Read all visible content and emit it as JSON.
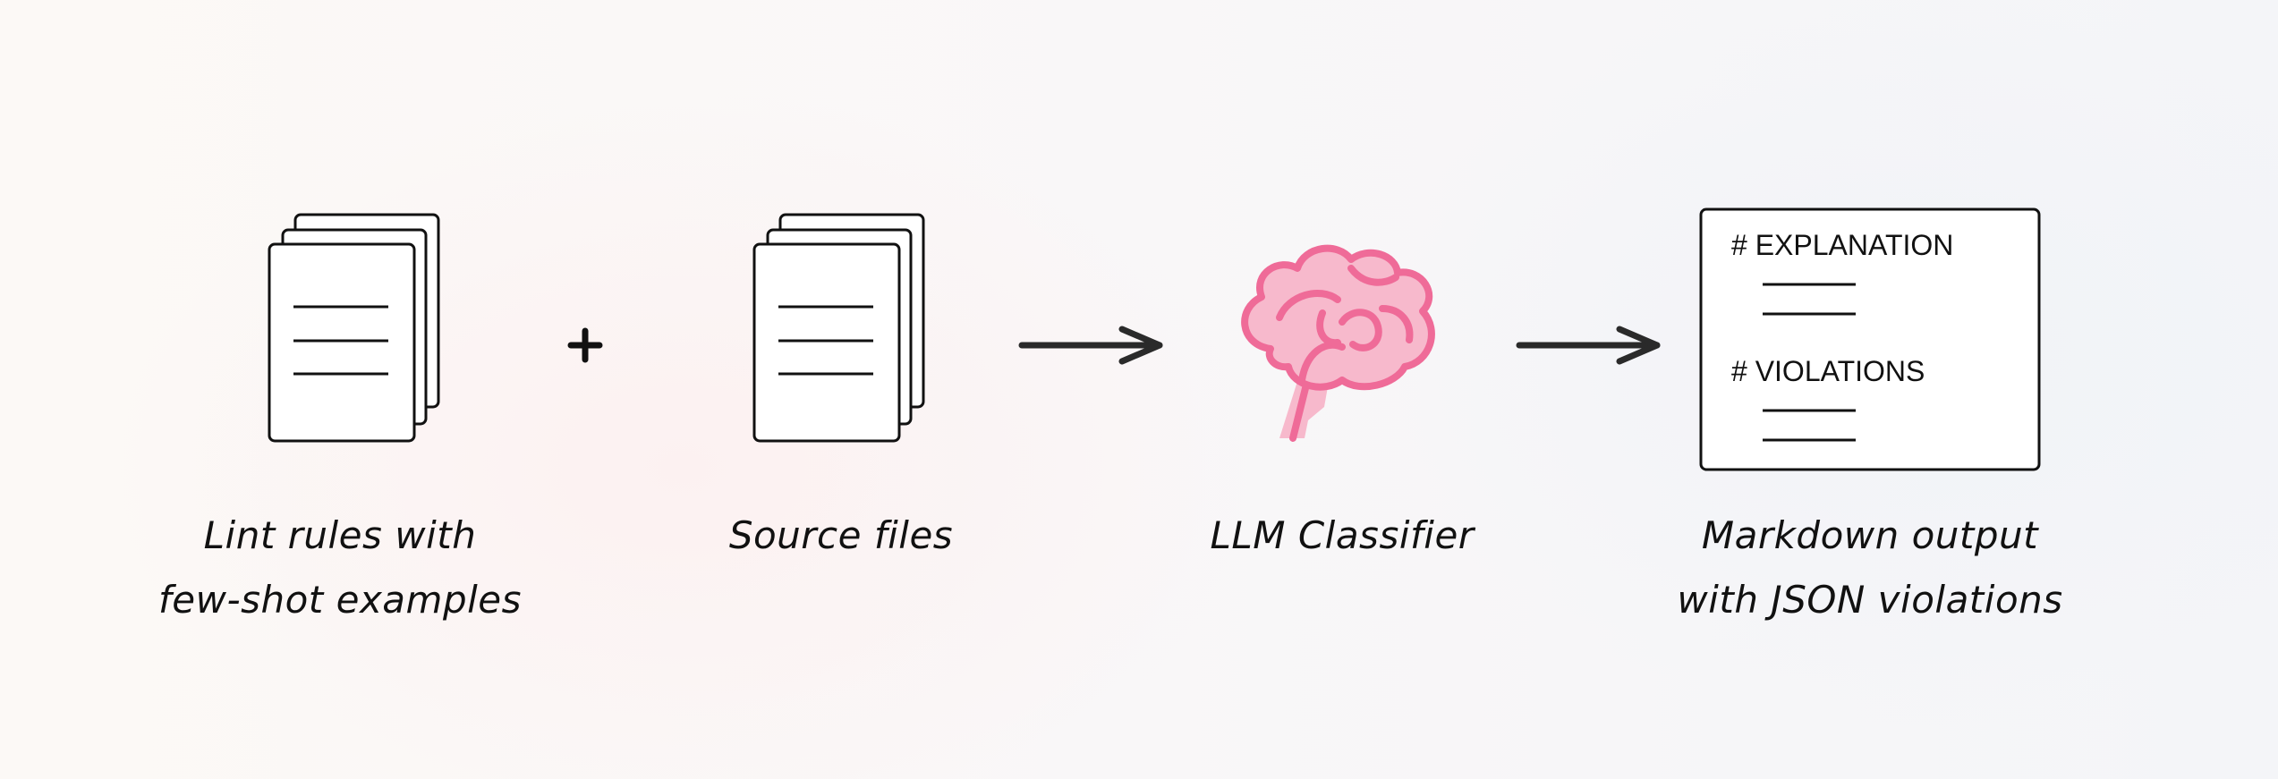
{
  "stages": [
    {
      "id": "lint-rules",
      "icon": "document-stack-icon",
      "label_lines": [
        "Lint rules with",
        "few-shot examples"
      ]
    },
    {
      "id": "source-files",
      "icon": "document-stack-icon",
      "label_lines": [
        "Source files"
      ]
    },
    {
      "id": "llm-classifier",
      "icon": "brain-icon",
      "label_lines": [
        "LLM Classifier"
      ]
    },
    {
      "id": "markdown-output",
      "icon": "markdown-document-icon",
      "label_lines": [
        "Markdown output",
        "with JSON violations"
      ],
      "headings": [
        "# EXPLANATION",
        "# VIOLATIONS"
      ]
    }
  ],
  "connectors": [
    "+",
    "arrow",
    "arrow"
  ],
  "colors": {
    "ink": "#111111",
    "arrow": "#2a2a2a",
    "brain_fill": "#f7b9cc",
    "brain_stroke": "#ef6b98"
  }
}
